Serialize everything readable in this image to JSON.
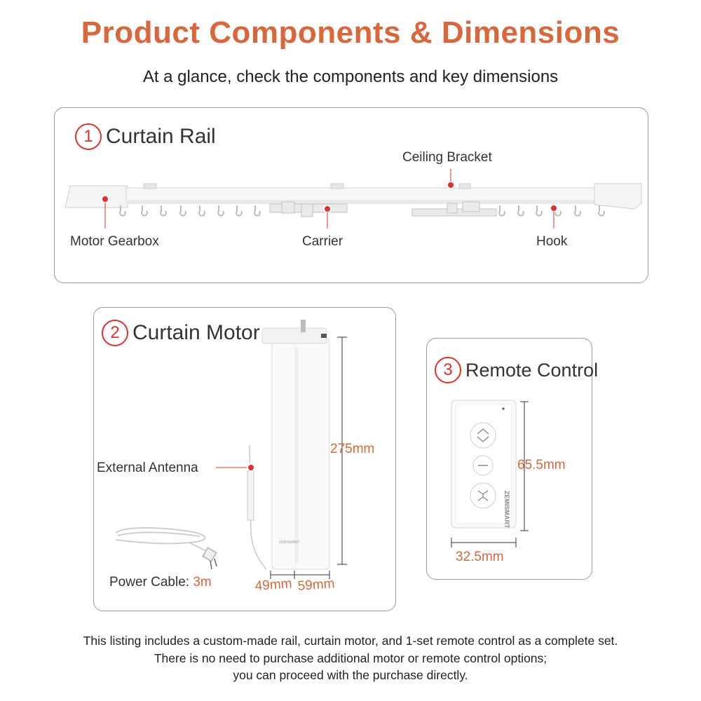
{
  "header": {
    "title": "Product Components & Dimensions",
    "subtitle": "At a glance, check the components and key dimensions"
  },
  "rail": {
    "number": "1",
    "title": "Curtain Rail",
    "labels": {
      "ceiling_bracket": "Ceiling Bracket",
      "motor_gearbox": "Motor Gearbox",
      "carrier": "Carrier",
      "hook": "Hook"
    }
  },
  "motor": {
    "number": "2",
    "title": "Curtain Motor",
    "height": "275mm",
    "depth": "49mm",
    "width": "59mm",
    "antenna_label": "External Antenna",
    "power_cable_label": "Power Cable: ",
    "power_cable_length": "3m",
    "brand": "ZEMISMART"
  },
  "remote": {
    "number": "3",
    "title": "Remote Control",
    "height": "65.5mm",
    "width": "32.5mm",
    "brand": "ZEMISMART"
  },
  "footer": {
    "line1": "This listing includes a custom-made rail, curtain motor, and 1-set remote control as a complete set.",
    "line2": "There is no need to purchase additional motor or remote control options;",
    "line3": "you can proceed with the purchase directly."
  },
  "colors": {
    "accent": "#d9673b",
    "marker": "#e0302a",
    "border": "#9a9a9a"
  }
}
